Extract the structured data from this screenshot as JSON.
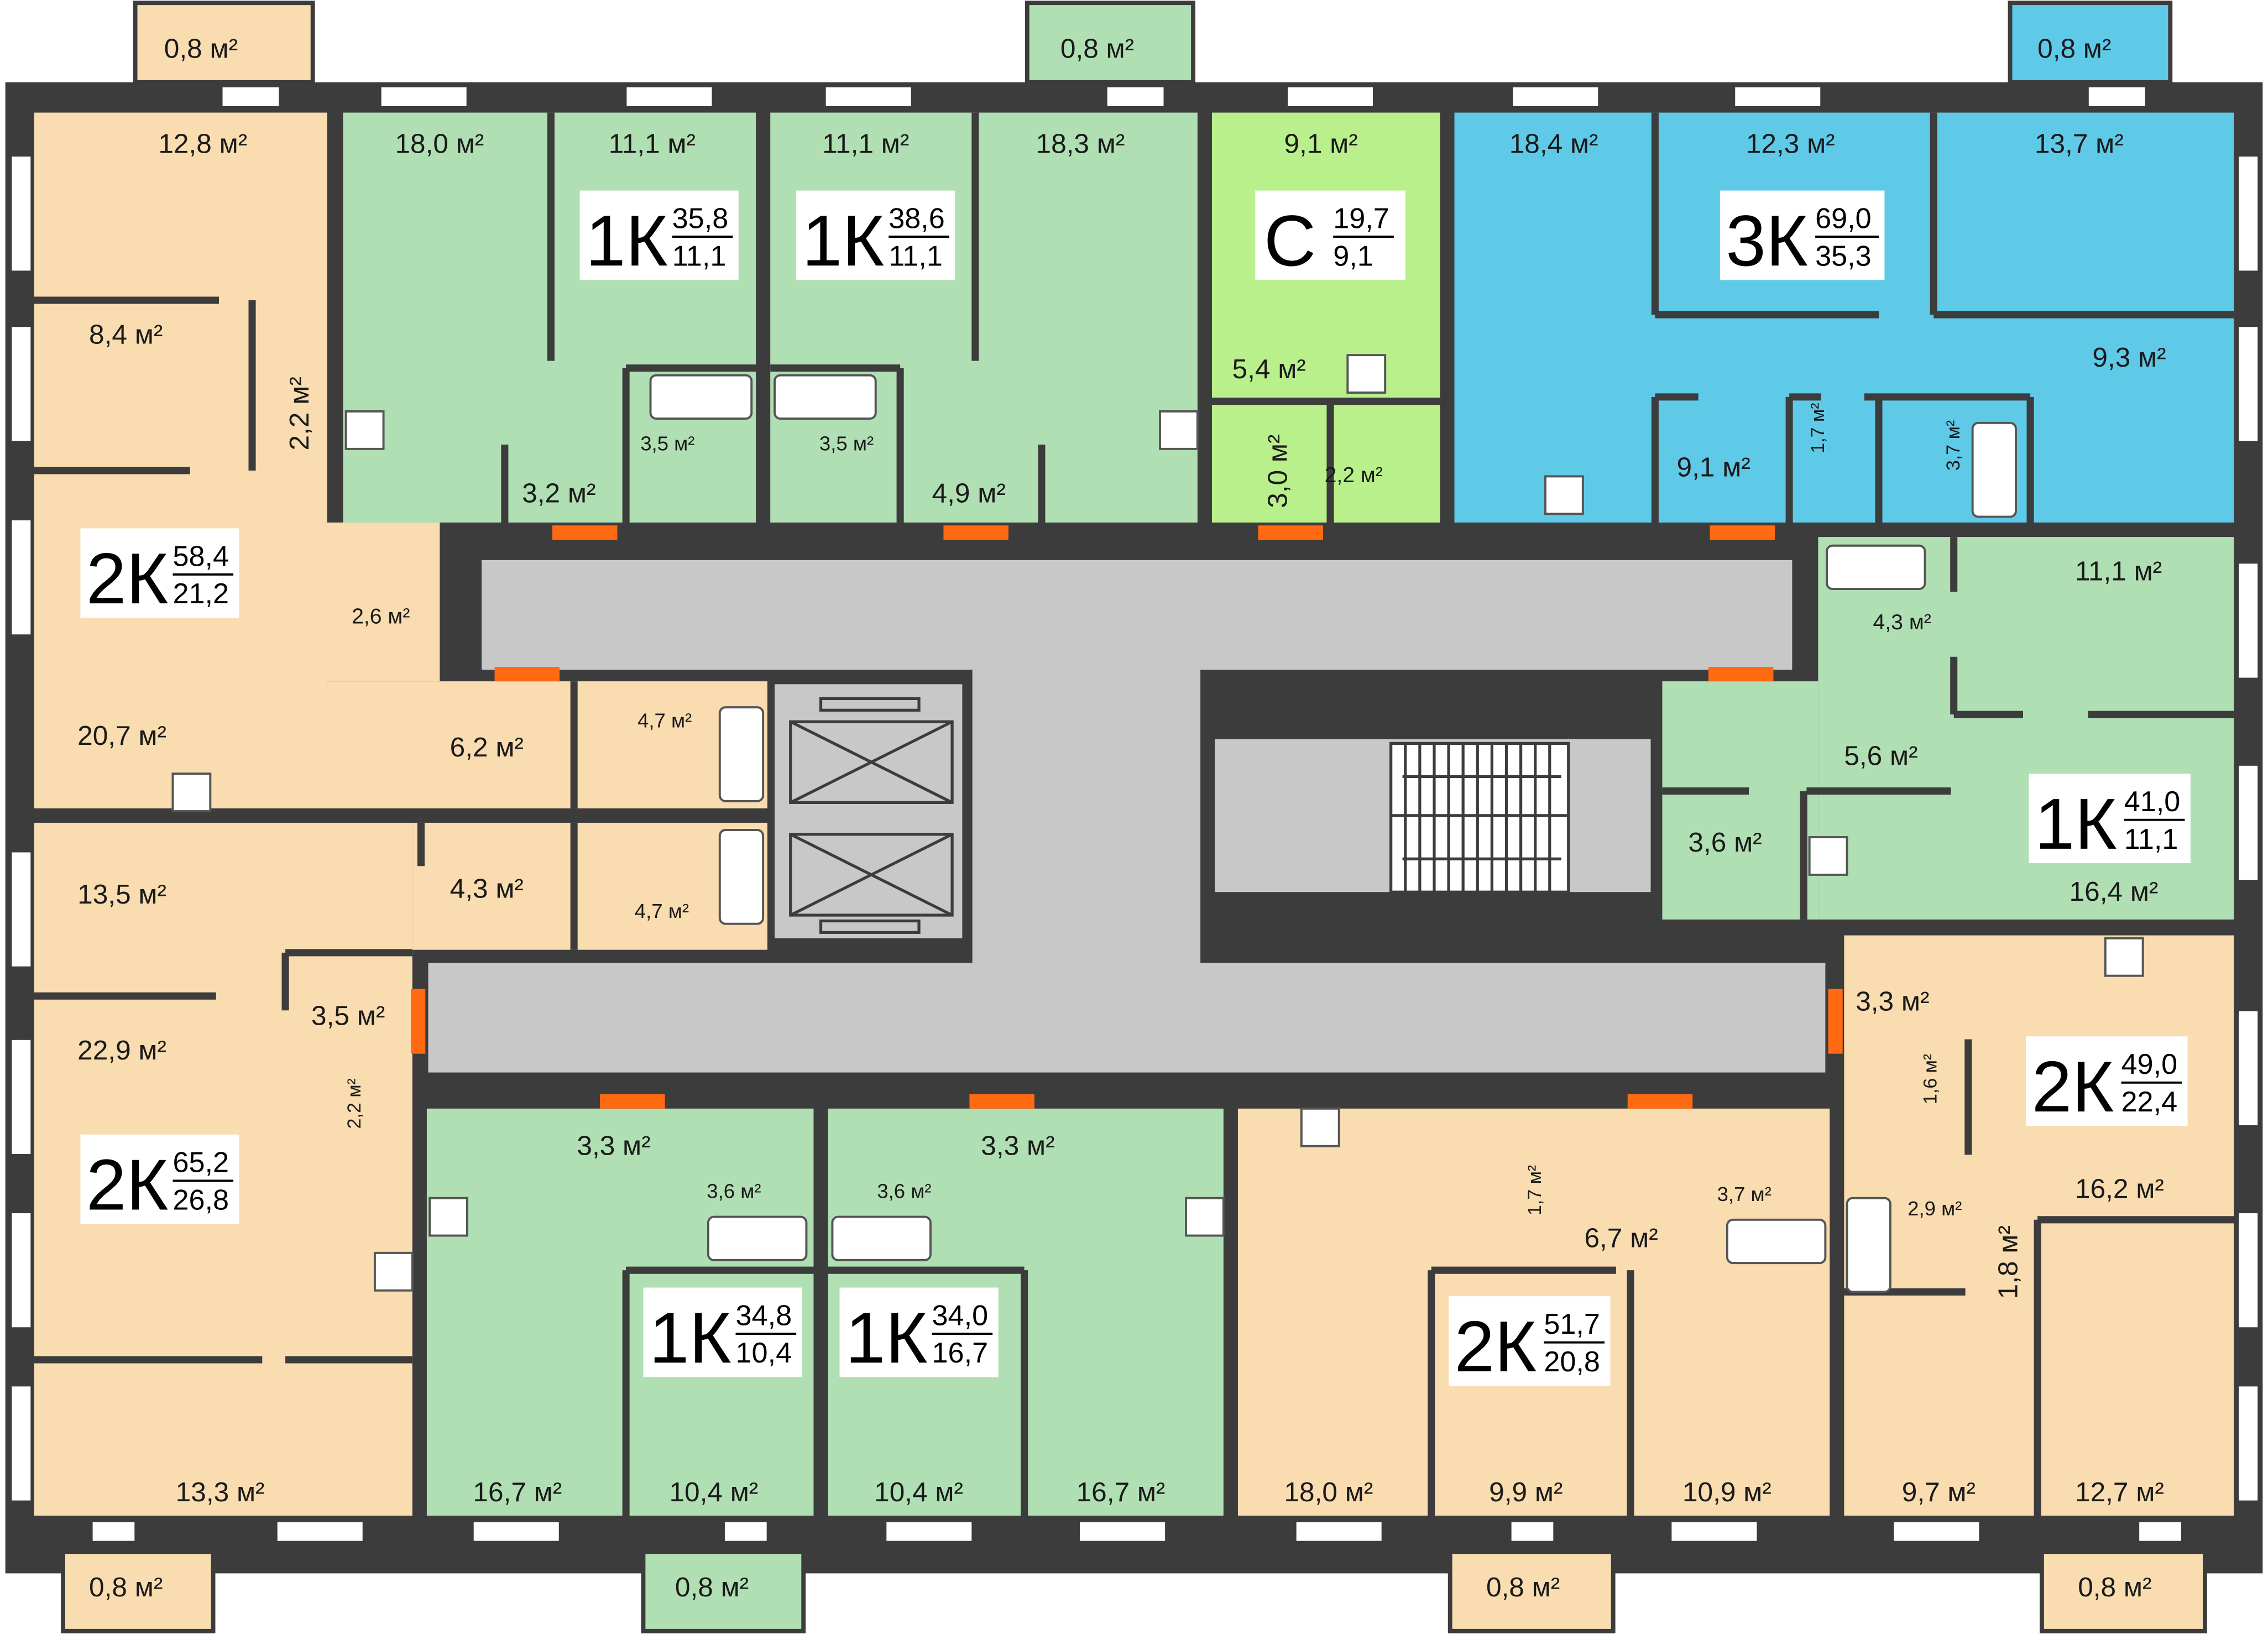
{
  "colors": {
    "wall": "#3c3c3c",
    "beige": "#f9dcb0",
    "green": "#b0dfb3",
    "lime": "#b9f08c",
    "blue": "#5ecae8",
    "corridor": "#c8c8c8",
    "door": "#ff6a13"
  },
  "apartments": [
    {
      "type": "2К",
      "total": "58,4",
      "living": "21,2"
    },
    {
      "type": "1К",
      "total": "35,8",
      "living": "11,1"
    },
    {
      "type": "1К",
      "total": "38,6",
      "living": "11,1"
    },
    {
      "type": "С",
      "total": "19,7",
      "living": "9,1"
    },
    {
      "type": "3К",
      "total": "69,0",
      "living": "35,3"
    },
    {
      "type": "1К",
      "total": "41,0",
      "living": "11,1"
    },
    {
      "type": "2К",
      "total": "49,0",
      "living": "22,4"
    },
    {
      "type": "2К",
      "total": "65,2",
      "living": "26,8"
    },
    {
      "type": "1К",
      "total": "34,8",
      "living": "10,4"
    },
    {
      "type": "1К",
      "total": "34,0",
      "living": "16,7"
    },
    {
      "type": "2К",
      "total": "51,7",
      "living": "20,8"
    }
  ],
  "rooms": [
    "0,8 м²",
    "0,8 м²",
    "0,8 м²",
    "12,8 м²",
    "18,0 м²",
    "11,1 м²",
    "11,1 м²",
    "18,3 м²",
    "9,1 м²",
    "18,4 м²",
    "12,3 м²",
    "13,7 м²",
    "8,4 м²",
    "2,2 м²",
    "5,4 м²",
    "9,3 м²",
    "3,5 м²",
    "3,5 м²",
    "3,0 м²",
    "2,2 м²",
    "9,1 м²",
    "1,7 м²",
    "3,7 м²",
    "3,2 м²",
    "4,9 м²",
    "2,6 м²",
    "11,1 м²",
    "4,3 м²",
    "20,7 м²",
    "6,2 м²",
    "4,7 м²",
    "5,6 м²",
    "3,6 м²",
    "16,4 м²",
    "13,5 м²",
    "4,3 м²",
    "4,7 м²",
    "3,5 м²",
    "3,3 м²",
    "22,9 м²",
    "1,6 м²",
    "2,2 м²",
    "3,3 м²",
    "3,3 м²",
    "3,6 м²",
    "3,6 м²",
    "3,7 м²",
    "1,7 м²",
    "2,9 м²",
    "6,7 м²",
    "16,2 м²",
    "1,8 м²",
    "13,3 м²",
    "16,7 м²",
    "10,4 м²",
    "10,4 м²",
    "16,7 м²",
    "18,0 м²",
    "9,9 м²",
    "10,9 м²",
    "9,7 м²",
    "12,7 м²",
    "0,8 м²",
    "0,8 м²",
    "0,8 м²",
    "0,8 м²"
  ]
}
